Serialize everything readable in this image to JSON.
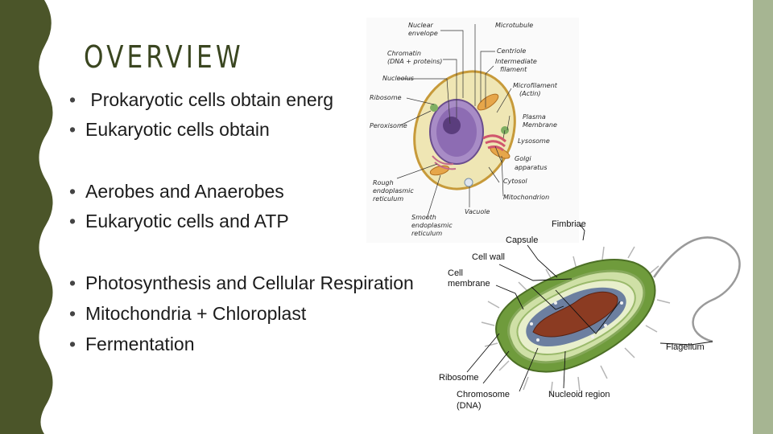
{
  "slide": {
    "title": "OVERVIEW",
    "bullet_glyph": "•",
    "bullets": [
      " Prokaryotic cells obtain energ",
      "Eukaryotic cells obtain",
      "Aerobes and Anaerobes",
      "Eukaryotic cells and ATP",
      "Photosynthesis and Cellular Respiration",
      "Mitochondria + Chloroplast",
      "Fermentation"
    ]
  },
  "colors": {
    "dark_band": "#4b5529",
    "light_band": "#a6b592",
    "title": "#3a4620"
  },
  "eukaryotic_diagram": {
    "labels": {
      "nuclear_envelope_1": "Nuclear",
      "nuclear_envelope_2": "envelope",
      "microtubule": "Microtubule",
      "chromatin_1": "Chromatin",
      "chromatin_2": "(DNA + proteins)",
      "centriole": "Centriole",
      "intermediate_1": "Intermediate",
      "intermediate_2": "filament",
      "nucleolus": "Nucleolus",
      "microfilament_1": "Microfilament",
      "microfilament_2": "(Actin)",
      "ribosome": "Ribosome",
      "peroxisome": "Peroxisome",
      "plasma_1": "Plasma",
      "plasma_2": "Membrane",
      "lysosome": "Lysosome",
      "golgi_1": "Golgi",
      "golgi_2": "apparatus",
      "cytosol": "Cytosol",
      "rough_er_1": "Rough",
      "rough_er_2": "endoplasmic",
      "rough_er_3": "reticulum",
      "mitochondrion": "Mitochondrion",
      "vacuole": "Vacuole",
      "smooth_er_1": "Smooth",
      "smooth_er_2": "endoplasmic",
      "smooth_er_3": "reticulum"
    }
  },
  "prokaryotic_diagram": {
    "labels": {
      "fimbriae": "Fimbriae",
      "capsule": "Capsule",
      "cell_wall": "Cell wall",
      "cell_membrane_1": "Cell",
      "cell_membrane_2": "membrane",
      "flagellum": "Flagellum",
      "ribosome": "Ribosome",
      "chromosome_1": "Chromosome",
      "chromosome_2": "(DNA)",
      "nucleoid": "Nucleoid region"
    }
  }
}
